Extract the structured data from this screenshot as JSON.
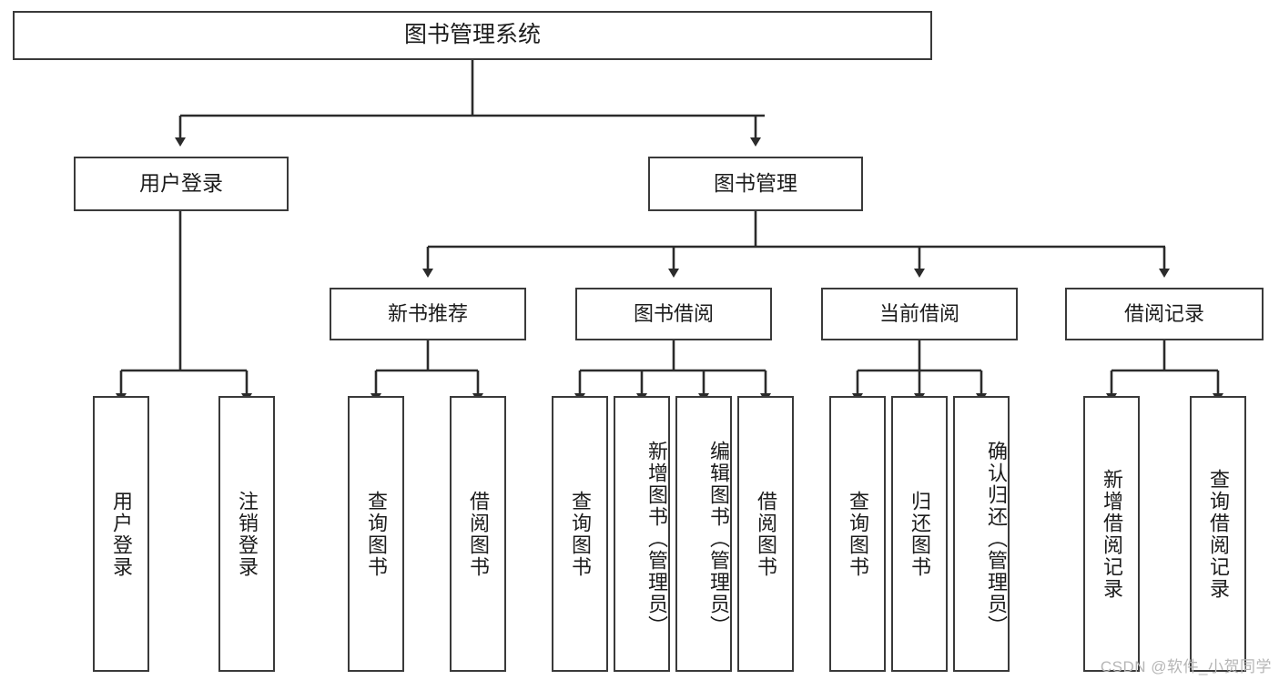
{
  "diagram": {
    "title": "图书管理系统",
    "type": "functional-structure-tree",
    "root": {
      "id": "root",
      "label": "图书管理系统"
    },
    "level2": [
      {
        "id": "user-login",
        "label": "用户登录"
      },
      {
        "id": "book-management",
        "label": "图书管理"
      }
    ],
    "level3": [
      {
        "id": "new-book-recommend",
        "label": "新书推荐"
      },
      {
        "id": "book-borrow",
        "label": "图书借阅"
      },
      {
        "id": "current-borrow",
        "label": "当前借阅"
      },
      {
        "id": "borrow-record",
        "label": "借阅记录"
      }
    ],
    "leaves": {
      "user_login": [
        {
          "id": "leaf-user-login",
          "label": "用户登录"
        },
        {
          "id": "leaf-logout-login",
          "label": "注销登录"
        }
      ],
      "new_book_recommend": [
        {
          "id": "leaf-query-book-1",
          "label": "查询图书"
        },
        {
          "id": "leaf-borrow-book-1",
          "label": "借阅图书"
        }
      ],
      "book_borrow": [
        {
          "id": "leaf-query-book-2",
          "label": "查询图书"
        },
        {
          "id": "leaf-add-book",
          "label": "新增图书（管理员）"
        },
        {
          "id": "leaf-edit-book",
          "label": "编辑图书（管理员）"
        },
        {
          "id": "leaf-borrow-book-2",
          "label": "借阅图书"
        }
      ],
      "current_borrow": [
        {
          "id": "leaf-query-book-3",
          "label": "查询图书"
        },
        {
          "id": "leaf-return-book",
          "label": "归还图书"
        },
        {
          "id": "leaf-confirm-return",
          "label": "确认归还（管理员）"
        }
      ],
      "borrow_record": [
        {
          "id": "leaf-add-record",
          "label": "新增借阅记录"
        },
        {
          "id": "leaf-query-record",
          "label": "查询借阅记录"
        }
      ]
    }
  },
  "watermark": {
    "text": "CSDN @软件_小贺同学"
  },
  "colors": {
    "background": "#ffffff",
    "box_border": "#3a3a3a",
    "box_fill": "#ffffff",
    "text": "#1c1c1c",
    "connector": "#2b2b2b",
    "watermark": "#b6b6b6"
  }
}
